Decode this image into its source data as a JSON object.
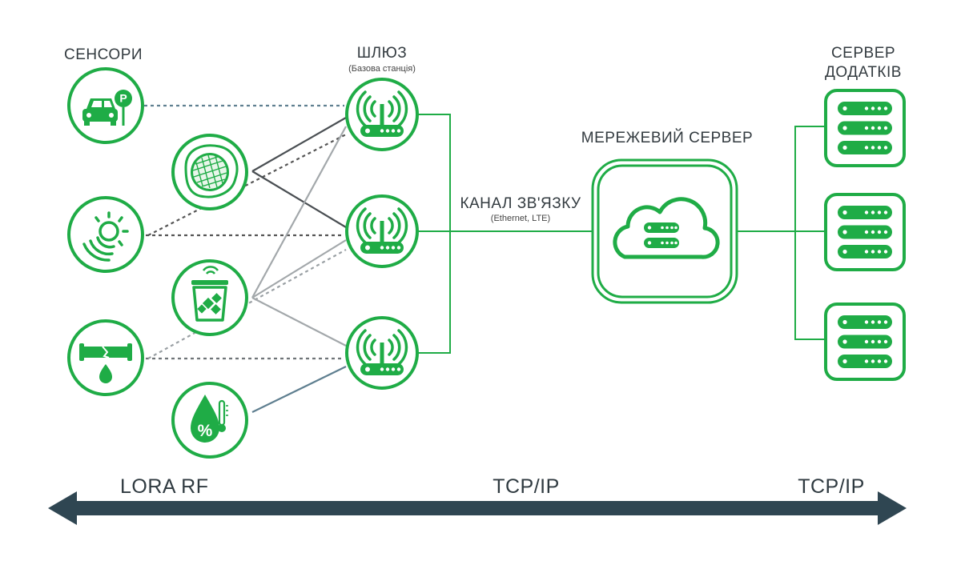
{
  "labels": {
    "sensors": "СЕНСОРИ",
    "gateway": "ШЛЮЗ",
    "gateway_sub": "(Базова станція)",
    "channel": "КАНАЛ ЗВ'ЯЗКУ",
    "channel_sub": "(Ethernet, LTE)",
    "network_server": "МЕРЕЖЕВИЙ СЕРВЕР",
    "app_server_line1": "СЕРВЕР",
    "app_server_line2": "ДОДАТКІВ"
  },
  "axis": {
    "left": "LORA RF",
    "middle": "TCP/IP",
    "right": "TCP/IP"
  },
  "colors": {
    "green": "#1fac46",
    "dark": "#2f4652",
    "line_dark": "#4a4f53",
    "line_grey": "#9aa0a4",
    "line_blue": "#5f7f90"
  },
  "sensors": [
    {
      "icon": "parking-car-icon"
    },
    {
      "icon": "manhole-cover-icon"
    },
    {
      "icon": "light-sensor-icon"
    },
    {
      "icon": "waste-bin-icon"
    },
    {
      "icon": "water-pipe-leak-icon"
    },
    {
      "icon": "humidity-thermometer-icon"
    }
  ],
  "gateways": [
    {
      "icon": "gateway-antenna-icon"
    },
    {
      "icon": "gateway-antenna-icon"
    },
    {
      "icon": "gateway-antenna-icon"
    }
  ],
  "app_servers": [
    {
      "icon": "server-rack-icon"
    },
    {
      "icon": "server-rack-icon"
    },
    {
      "icon": "server-rack-icon"
    }
  ]
}
